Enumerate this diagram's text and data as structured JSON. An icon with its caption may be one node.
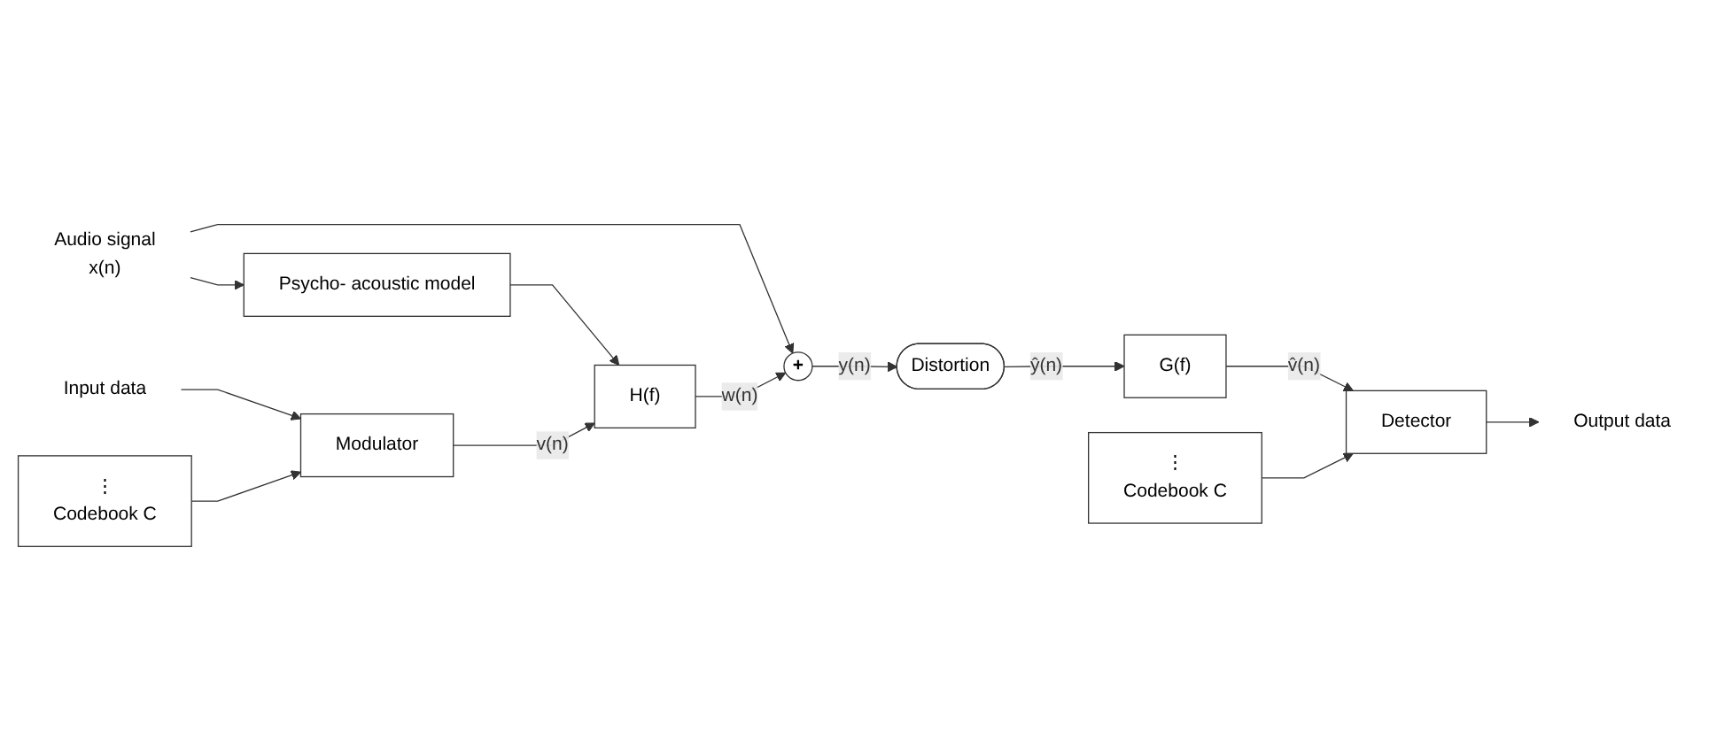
{
  "diagram": {
    "nodes": [
      {
        "text": [
          "Audio signal",
          "x(n)"
        ]
      },
      {
        "text": [
          "Psycho- acoustic model"
        ]
      },
      {
        "text": [
          "Input data"
        ]
      },
      {
        "text": [
          "Modulator"
        ]
      },
      {
        "text": [
          "H(f)"
        ]
      },
      {
        "text": [
          "+"
        ]
      },
      {
        "text": [
          "Distortion"
        ]
      },
      {
        "text": [
          "G(f)"
        ]
      },
      {
        "text": [
          "Detector"
        ]
      },
      {
        "text": [
          "Output data"
        ]
      },
      {
        "text": [
          "⋮",
          "Codebook C"
        ]
      },
      {
        "text": [
          "⋮",
          "Codebook C"
        ]
      }
    ],
    "edges": [
      {
        "from": 0,
        "to": 1,
        "arrow": "to"
      },
      {
        "from": 0,
        "to": 5,
        "arrow": "to"
      },
      {
        "from": 1,
        "to": 4,
        "arrow": "to"
      },
      {
        "from": 2,
        "to": 3,
        "arrow": "to"
      },
      {
        "from": 3,
        "to": 4,
        "arrow": "to",
        "label": "v(n)"
      },
      {
        "from": 4,
        "to": 5,
        "arrow": "to",
        "label": "w(n)"
      },
      {
        "from": 5,
        "to": 6,
        "arrow": "to",
        "label": "y(n)"
      },
      {
        "from": 6,
        "to": 7,
        "arrow": "to",
        "label": "ŷ(n)"
      },
      {
        "from": 7,
        "to": 8,
        "arrow": "to",
        "label": "v̂(n)"
      },
      {
        "from": 8,
        "to": 9,
        "arrow": "to"
      },
      {
        "from": 10,
        "to": 3,
        "arrow": "to"
      },
      {
        "from": 11,
        "to": 8,
        "arrow": "to"
      }
    ]
  }
}
